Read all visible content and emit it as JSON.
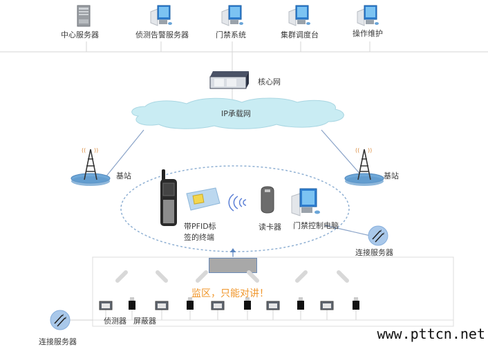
{
  "top_systems": [
    {
      "label": "中心服务器",
      "icon": "tower-server-icon"
    },
    {
      "label": "侦测告警服务器",
      "icon": "workstation-icon"
    },
    {
      "label": "门禁系统",
      "icon": "workstation-icon"
    },
    {
      "label": "集群调度台",
      "icon": "workstation-icon"
    },
    {
      "label": "操作维护",
      "icon": "workstation-icon"
    }
  ],
  "core": {
    "label": "核心网",
    "icon": "rack-server-icon"
  },
  "cloud": {
    "label": "IP承载网",
    "icon": "cloud-icon"
  },
  "base_stations": [
    {
      "label": "基站",
      "icon": "radio-tower-icon"
    },
    {
      "label": "基站",
      "icon": "radio-tower-icon"
    }
  ],
  "access_zone": {
    "terminal_label_line1": "带PFID标",
    "terminal_label_line2": "签的终端",
    "reader_label": "读卡器",
    "control_pc_label": "门禁控制电脑"
  },
  "connect_servers": [
    {
      "label": "连接服务器",
      "icon": "connect-server-icon"
    },
    {
      "label": "连接服务器",
      "icon": "connect-server-icon"
    }
  ],
  "prison_zone": {
    "warning": "监区，只能对讲！",
    "detector_label": "侦测器",
    "jammer_label": "屏蔽器"
  },
  "watermark": "www.pttcn.net",
  "colors": {
    "line": "#cfcfcf",
    "link": "#8aa3c8",
    "cloud": "#c9ecf3",
    "warning": "#f0962a",
    "dashed": "#8fb0d3"
  }
}
